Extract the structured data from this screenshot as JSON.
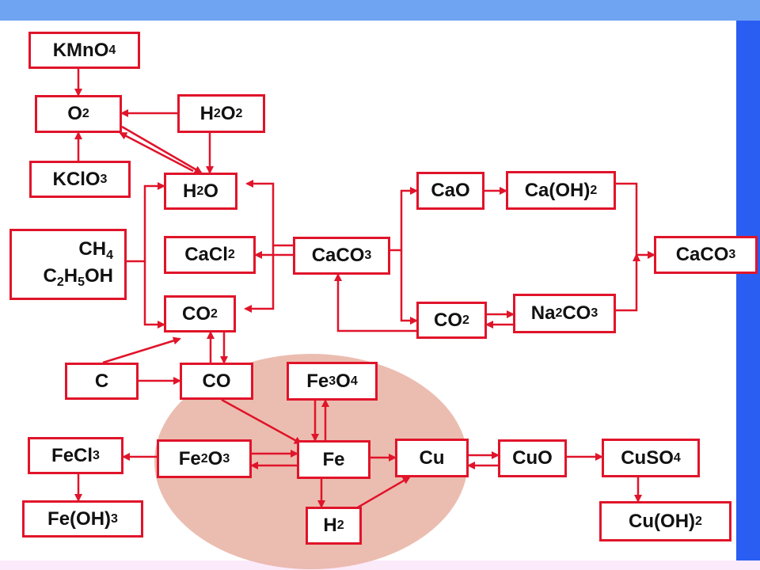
{
  "colors": {
    "accent": "#e0142a",
    "top_bar": "#6fa4f2",
    "side_bar": "#2a5ef2",
    "highlight": "#e8b2a2"
  },
  "nodes": {
    "kmno4": {
      "parts": [
        [
          "KMnO",
          ""
        ],
        [
          "4",
          "sub"
        ]
      ]
    },
    "o2": {
      "parts": [
        [
          "O",
          ""
        ],
        [
          "2",
          "sub"
        ]
      ]
    },
    "h2o2": {
      "parts": [
        [
          "H",
          ""
        ],
        [
          "2",
          "sub"
        ],
        [
          "O",
          ""
        ],
        [
          "2",
          "sub"
        ]
      ]
    },
    "kclo3": {
      "parts": [
        [
          "KClO",
          ""
        ],
        [
          "3",
          "sub"
        ]
      ]
    },
    "h2o": {
      "parts": [
        [
          "H",
          ""
        ],
        [
          "2",
          "sub"
        ],
        [
          "O",
          ""
        ]
      ]
    },
    "ch4": {
      "lines": [
        [
          [
            "CH",
            ""
          ],
          [
            "4",
            "sub"
          ]
        ],
        [
          [
            "C",
            ""
          ],
          [
            "2",
            "sub"
          ],
          [
            "H",
            ""
          ],
          [
            "5",
            "sub"
          ],
          [
            "OH",
            ""
          ]
        ]
      ]
    },
    "cacl2": {
      "parts": [
        [
          "CaCl",
          ""
        ],
        [
          "2",
          "sub"
        ]
      ]
    },
    "co2a": {
      "parts": [
        [
          "CO",
          ""
        ],
        [
          "2",
          "sub"
        ]
      ]
    },
    "caco3a": {
      "parts": [
        [
          "CaCO",
          ""
        ],
        [
          "3",
          "sub"
        ]
      ]
    },
    "cao": {
      "parts": [
        [
          "CaO",
          ""
        ]
      ]
    },
    "caoh2": {
      "parts": [
        [
          "Ca(OH)",
          ""
        ],
        [
          "2",
          "sub"
        ]
      ]
    },
    "caco3b": {
      "parts": [
        [
          "CaCO",
          ""
        ],
        [
          "3",
          "sub"
        ]
      ]
    },
    "co2b": {
      "parts": [
        [
          "CO",
          ""
        ],
        [
          "2",
          "sub"
        ]
      ]
    },
    "na2co3": {
      "parts": [
        [
          "Na",
          ""
        ],
        [
          "2",
          "sub"
        ],
        [
          "CO",
          ""
        ],
        [
          "3",
          "sub"
        ]
      ]
    },
    "c": {
      "parts": [
        [
          "C",
          ""
        ]
      ]
    },
    "co": {
      "parts": [
        [
          "CO",
          ""
        ]
      ]
    },
    "fe3o4": {
      "parts": [
        [
          "Fe",
          ""
        ],
        [
          "3",
          "sub"
        ],
        [
          "O",
          ""
        ],
        [
          "4",
          "sub"
        ]
      ]
    },
    "fecl3": {
      "parts": [
        [
          "FeCl",
          ""
        ],
        [
          "3",
          "sub"
        ]
      ]
    },
    "fe2o3": {
      "parts": [
        [
          "Fe",
          ""
        ],
        [
          "2",
          "sub"
        ],
        [
          "O",
          ""
        ],
        [
          "3",
          "sub"
        ]
      ]
    },
    "fe": {
      "parts": [
        [
          "Fe",
          ""
        ]
      ]
    },
    "cu": {
      "parts": [
        [
          "Cu",
          ""
        ]
      ]
    },
    "cuo": {
      "parts": [
        [
          "CuO",
          ""
        ]
      ]
    },
    "cuso4": {
      "parts": [
        [
          "CuSO",
          ""
        ],
        [
          "4",
          "sub"
        ]
      ]
    },
    "feoh3": {
      "parts": [
        [
          "Fe(OH)",
          ""
        ],
        [
          "3",
          "sub"
        ]
      ]
    },
    "h2": {
      "parts": [
        [
          "H",
          ""
        ],
        [
          "2",
          "sub"
        ]
      ]
    },
    "cuoh2": {
      "parts": [
        [
          "Cu(OH)",
          ""
        ],
        [
          "2",
          "sub"
        ]
      ]
    }
  },
  "edges": [
    {
      "from": "kmno4",
      "to": "o2"
    },
    {
      "from": "h2o2",
      "to": "o2"
    },
    {
      "from": "kclo3",
      "to": "o2"
    },
    {
      "from": "h2o2",
      "to": "h2o"
    },
    {
      "from": "o2",
      "to": "h2o"
    },
    {
      "from": "h2o",
      "to": "o2"
    },
    {
      "from": "ch4",
      "to": "h2o"
    },
    {
      "from": "ch4",
      "to": "co2a"
    },
    {
      "from": "caco3a",
      "to": "h2o"
    },
    {
      "from": "caco3a",
      "to": "cacl2"
    },
    {
      "from": "caco3a",
      "to": "co2a"
    },
    {
      "from": "caco3a",
      "to": "cao"
    },
    {
      "from": "caco3a",
      "to": "co2b"
    },
    {
      "from": "cao",
      "to": "caoh2"
    },
    {
      "from": "caoh2",
      "to": "caco3b"
    },
    {
      "from": "na2co3",
      "to": "caco3b"
    },
    {
      "from": "co2b",
      "to": "na2co3"
    },
    {
      "from": "na2co3",
      "to": "co2b"
    },
    {
      "from": "co2b",
      "to": "caco3a"
    },
    {
      "from": "c",
      "to": "co2a"
    },
    {
      "from": "c",
      "to": "co"
    },
    {
      "from": "co",
      "to": "co2a"
    },
    {
      "from": "co2a",
      "to": "co"
    },
    {
      "from": "co",
      "to": "fe"
    },
    {
      "from": "fe3o4",
      "to": "fe"
    },
    {
      "from": "fe",
      "to": "fe3o4"
    },
    {
      "from": "fe2o3",
      "to": "fe"
    },
    {
      "from": "fe",
      "to": "fe2o3"
    },
    {
      "from": "fe2o3",
      "to": "fecl3"
    },
    {
      "from": "fecl3",
      "to": "feoh3"
    },
    {
      "from": "fe",
      "to": "cu"
    },
    {
      "from": "fe",
      "to": "h2"
    },
    {
      "from": "h2",
      "to": "cu"
    },
    {
      "from": "cu",
      "to": "cuo"
    },
    {
      "from": "cuo",
      "to": "cu"
    },
    {
      "from": "cuo",
      "to": "cuso4"
    },
    {
      "from": "cuso4",
      "to": "cuoh2"
    }
  ]
}
